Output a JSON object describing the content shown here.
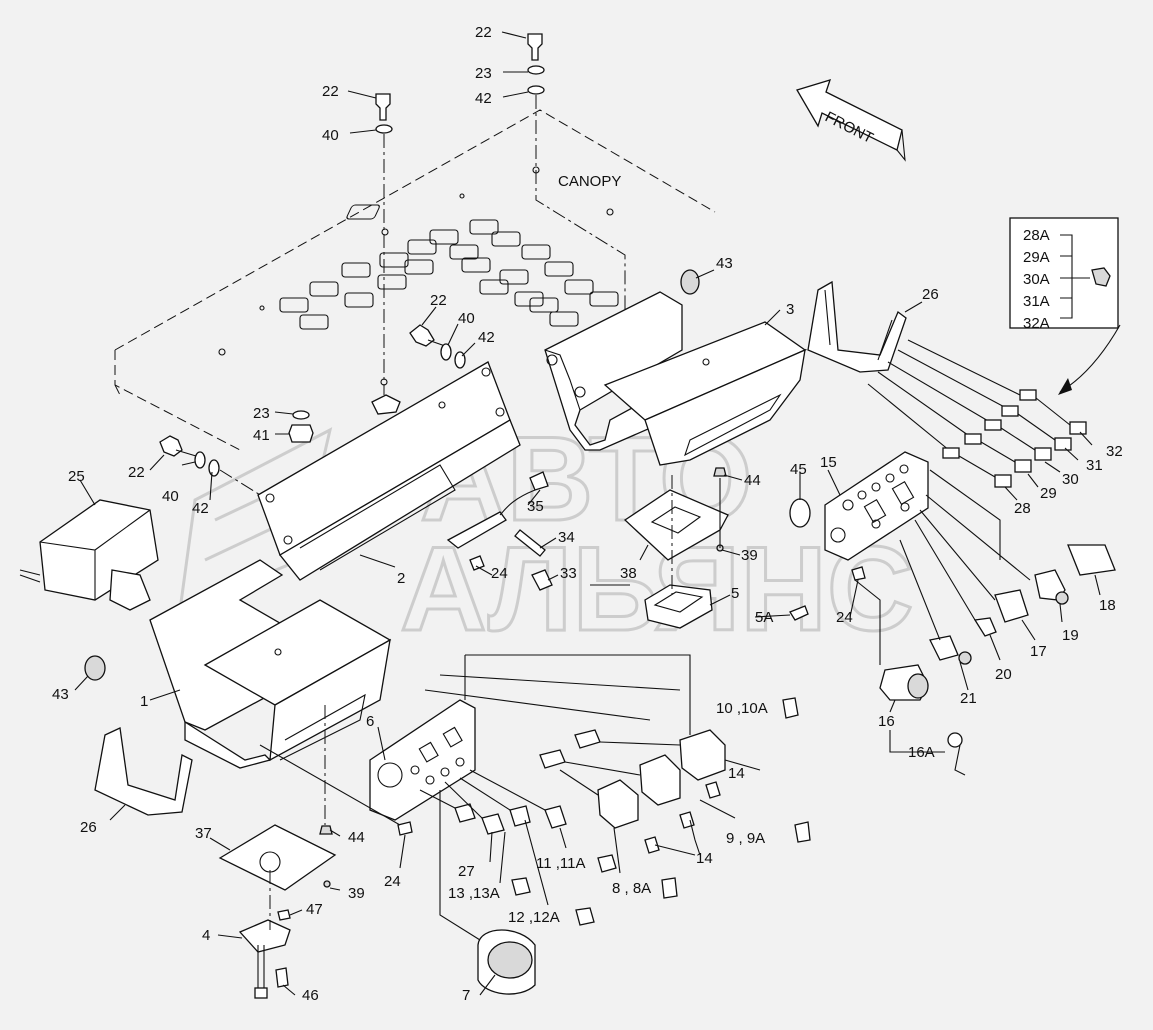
{
  "canopy_label": "CANOPY",
  "front_label": "FRONT",
  "watermark": [
    "АВТО",
    "АЛЬЯНС"
  ],
  "callouts": [
    {
      "id": "c22a",
      "text": "22"
    },
    {
      "id": "c23a",
      "text": "23"
    },
    {
      "id": "c42a",
      "text": "42"
    },
    {
      "id": "c22b",
      "text": "22"
    },
    {
      "id": "c40a",
      "text": "40"
    },
    {
      "id": "c43a",
      "text": "43"
    },
    {
      "id": "c26a",
      "text": "26"
    },
    {
      "id": "c3",
      "text": "3"
    },
    {
      "id": "c22c",
      "text": "22"
    },
    {
      "id": "c40b",
      "text": "40"
    },
    {
      "id": "c42b",
      "text": "42"
    },
    {
      "id": "c23b",
      "text": "23"
    },
    {
      "id": "c41",
      "text": "41"
    },
    {
      "id": "c22d",
      "text": "22"
    },
    {
      "id": "c40c",
      "text": "40"
    },
    {
      "id": "c42c",
      "text": "42"
    },
    {
      "id": "c25",
      "text": "25"
    },
    {
      "id": "c35",
      "text": "35"
    },
    {
      "id": "c34",
      "text": "34"
    },
    {
      "id": "c2",
      "text": "2"
    },
    {
      "id": "c24a",
      "text": "24"
    },
    {
      "id": "c33",
      "text": "33"
    },
    {
      "id": "c44a",
      "text": "44"
    },
    {
      "id": "c39a",
      "text": "39"
    },
    {
      "id": "c38",
      "text": "38"
    },
    {
      "id": "c5",
      "text": "5"
    },
    {
      "id": "c5a",
      "text": "5A"
    },
    {
      "id": "c45",
      "text": "45"
    },
    {
      "id": "c15",
      "text": "15"
    },
    {
      "id": "c24b",
      "text": "24"
    },
    {
      "id": "c32",
      "text": "32"
    },
    {
      "id": "c31",
      "text": "31"
    },
    {
      "id": "c30",
      "text": "30"
    },
    {
      "id": "c29",
      "text": "29"
    },
    {
      "id": "c28",
      "text": "28"
    },
    {
      "id": "c18",
      "text": "18"
    },
    {
      "id": "c19",
      "text": "19"
    },
    {
      "id": "c17",
      "text": "17"
    },
    {
      "id": "c20",
      "text": "20"
    },
    {
      "id": "c21",
      "text": "21"
    },
    {
      "id": "c16",
      "text": "16"
    },
    {
      "id": "c16a",
      "text": "16A"
    },
    {
      "id": "c43b",
      "text": "43"
    },
    {
      "id": "c1",
      "text": "1"
    },
    {
      "id": "c6",
      "text": "6"
    },
    {
      "id": "c10",
      "text": "10 ,10A"
    },
    {
      "id": "c14a",
      "text": "14"
    },
    {
      "id": "c9",
      "text": "9 , 9A"
    },
    {
      "id": "c14b",
      "text": "14"
    },
    {
      "id": "c11",
      "text": "11 ,11A"
    },
    {
      "id": "c8",
      "text": "8 , 8A"
    },
    {
      "id": "c26b",
      "text": "26"
    },
    {
      "id": "c37",
      "text": "37"
    },
    {
      "id": "c44b",
      "text": "44"
    },
    {
      "id": "c39b",
      "text": "39"
    },
    {
      "id": "c24c",
      "text": "24"
    },
    {
      "id": "c27",
      "text": "27"
    },
    {
      "id": "c13",
      "text": "13 ,13A"
    },
    {
      "id": "c12",
      "text": "12 ,12A"
    },
    {
      "id": "c4",
      "text": "4"
    },
    {
      "id": "c47",
      "text": "47"
    },
    {
      "id": "c46",
      "text": "46"
    },
    {
      "id": "c7",
      "text": "7"
    }
  ],
  "inset": {
    "labels": [
      "28A",
      "29A",
      "30A",
      "31A",
      "32A"
    ]
  }
}
